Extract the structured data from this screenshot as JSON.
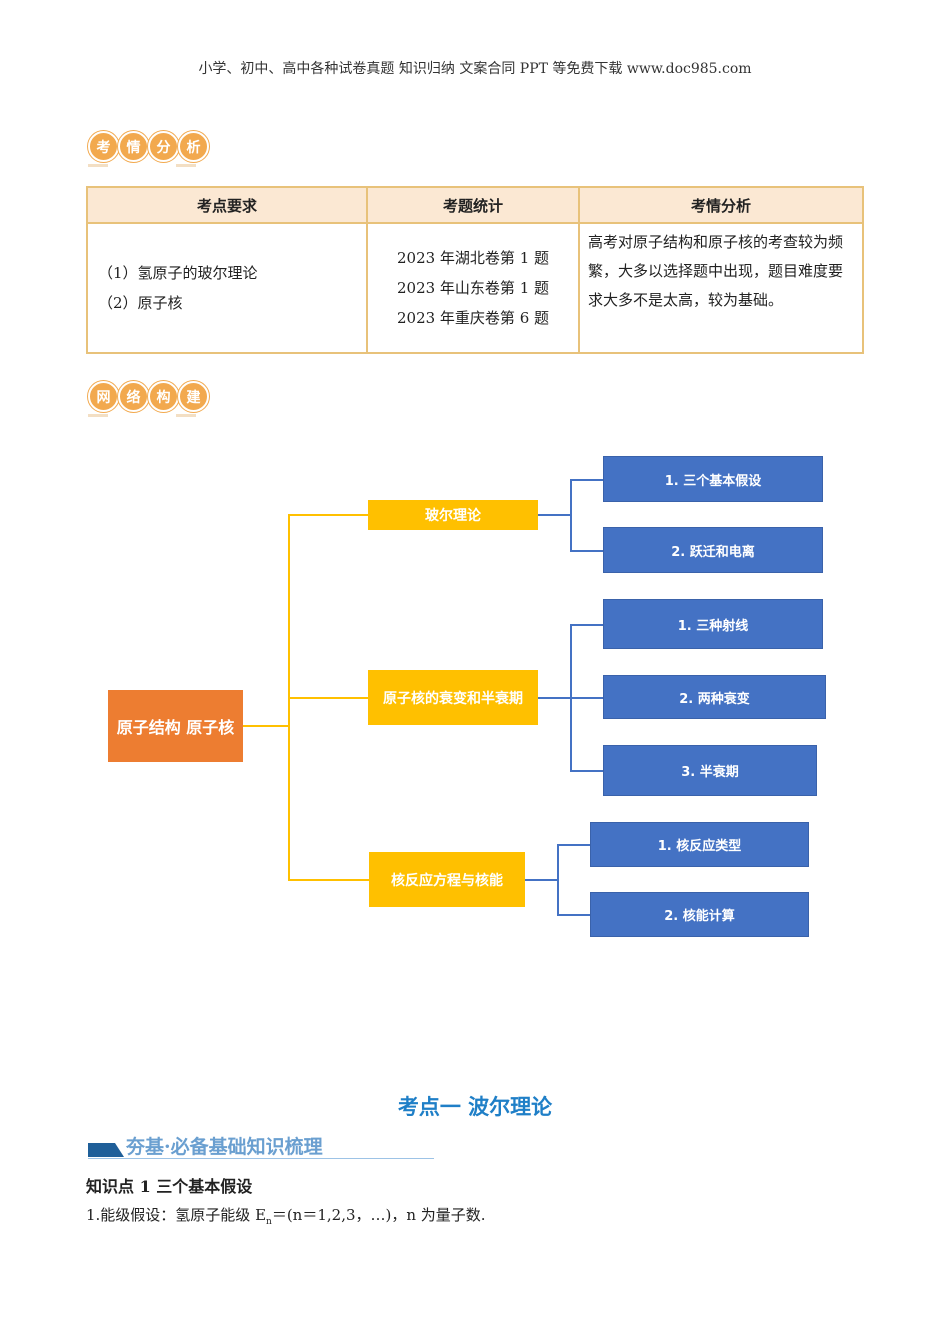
{
  "header": "小学、初中、高中各种试卷真题  知识归纳  文案合同  PPT 等免费下载      www.doc985.com",
  "badge1": [
    "考",
    "情",
    "分",
    "析"
  ],
  "badge2": [
    "网",
    "络",
    "构",
    "建"
  ],
  "table": {
    "headers": [
      "考点要求",
      "考题统计",
      "考情分析"
    ],
    "col1": [
      "（1）氢原子的玻尔理论",
      "（2）原子核"
    ],
    "col2": [
      "2023 年湖北卷第 1 题",
      "2023 年山东卷第 1 题",
      "2023 年重庆卷第 6 题"
    ],
    "col3": "高考对原子结构和原子核的考查较为频繁，大多以选择题中出现，题目难度要求大多不是太高，较为基础。"
  },
  "mindmap": {
    "root": "原子结构  原子核",
    "branches": [
      {
        "label": "玻尔理论",
        "children": [
          "1. 三个基本假设",
          "2. 跃迁和电离"
        ]
      },
      {
        "label": "原子核的衰变和半衰期",
        "children": [
          "1. 三种射线",
          "2. 两种衰变",
          "3. 半衰期"
        ]
      },
      {
        "label": "核反应方程与核能",
        "children": [
          "1. 核反应类型",
          "2. 核能计算"
        ]
      }
    ]
  },
  "section_title": "考点一  波尔理论",
  "banner": "夯基·必备基础知识梳理",
  "kp_title": "知识点 1 三个基本假设",
  "kp_line1": "1.能级假设：氢原子能级 E",
  "kp_sub": "n",
  "kp_line1b": "＝(n＝1,2,3，…)，n 为量子数."
}
